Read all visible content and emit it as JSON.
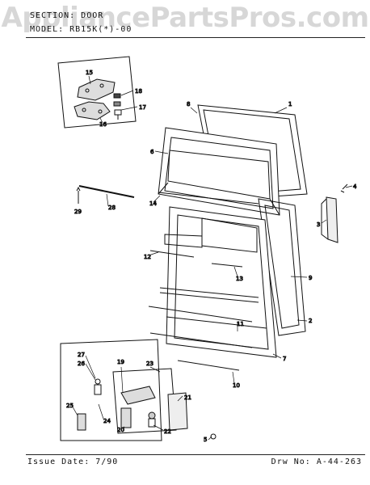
{
  "watermark": "AppliancePartsPros.com",
  "header": {
    "section": "SECTION: DOOR",
    "model": "MODEL: RB15K(*)-00"
  },
  "footer": {
    "issue_date": "Issue Date: 7/90",
    "drawing_no": "Drw No: A-44-263"
  },
  "callouts": {
    "c1": "1",
    "c2": "2",
    "c3": "3",
    "c4": "4",
    "c5": "5",
    "c6": "6",
    "c7": "7",
    "c8": "8",
    "c9": "9",
    "c10": "10",
    "c11": "11",
    "c12": "12",
    "c13": "13",
    "c14": "14",
    "c15": "15",
    "c16": "16",
    "c17": "17",
    "c18": "18",
    "c19": "19",
    "c20": "20",
    "c21": "21",
    "c22": "22",
    "c23": "23",
    "c24": "24",
    "c25": "25",
    "c26": "26",
    "c27": "27",
    "c28": "28",
    "c29": "29"
  }
}
